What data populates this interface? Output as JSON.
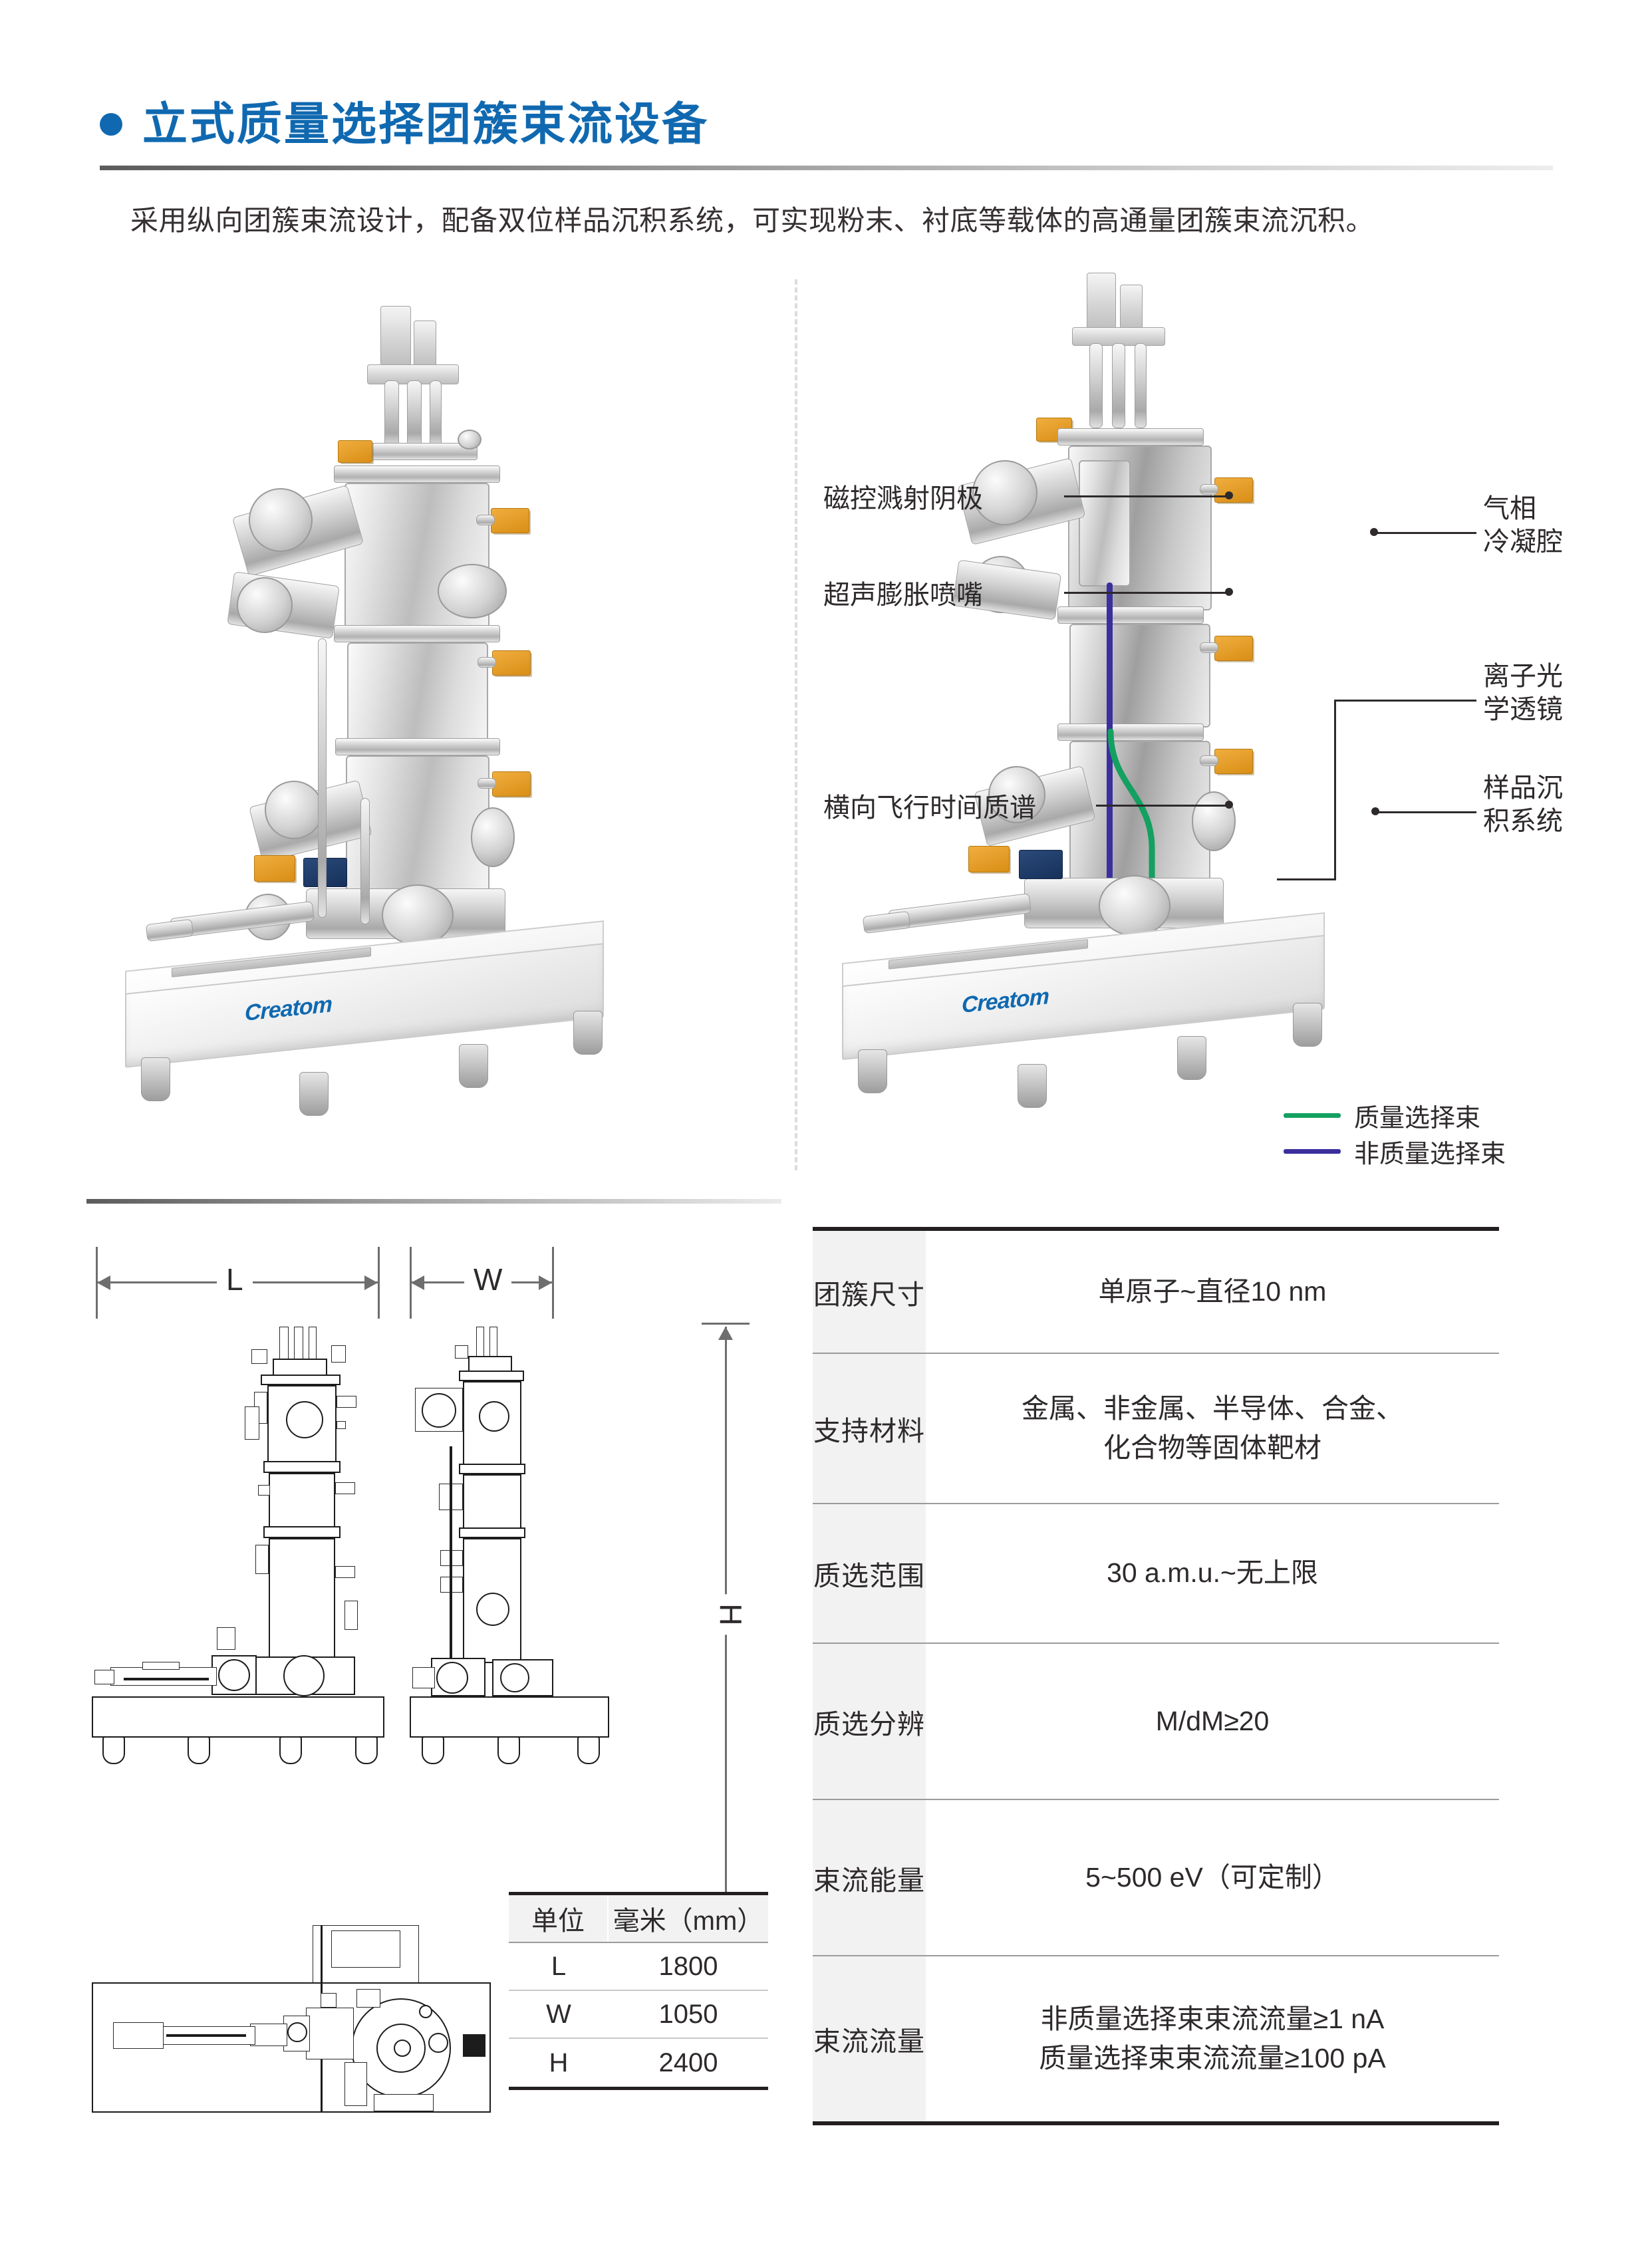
{
  "header": {
    "title": "立式质量选择团簇束流设备",
    "subtitle": "采用纵向团簇束流设计，配备双位样品沉积系统，可实现粉末、衬底等载体的高通量团簇束流沉积。",
    "accent_color": "#1069b0"
  },
  "brand": {
    "logo_text": "Creatom"
  },
  "annotations": {
    "left": [
      {
        "label": "磁控溅射阴极"
      },
      {
        "label": "超声膨胀喷嘴"
      },
      {
        "label": "横向飞行时间质谱"
      }
    ],
    "right": [
      {
        "line1": "气相",
        "line2": "冷凝腔"
      },
      {
        "line1": "离子光",
        "line2": "学透镜"
      },
      {
        "line1": "样品沉",
        "line2": "积系统"
      }
    ]
  },
  "legend": {
    "items": [
      {
        "label": "质量选择束",
        "color": "#14a060"
      },
      {
        "label": "非质量选择束",
        "color": "#3b2f9e"
      }
    ]
  },
  "spec_table": {
    "rows": [
      {
        "key": "团簇尺寸",
        "value": "单原子~直径10 nm"
      },
      {
        "key": "支持材料",
        "value": "金属、非金属、半导体、合金、\n化合物等固体靶材"
      },
      {
        "key": "质选范围",
        "value": "30 a.m.u.~无上限"
      },
      {
        "key": "质选分辨",
        "value": "M/dM≥20"
      },
      {
        "key": "束流能量",
        "value": "5~500 eV（可定制）"
      },
      {
        "key": "束流流量",
        "value": "非质量选择束束流流量≥1 nA\n质量选择束束流流量≥100 pA"
      }
    ]
  },
  "dimension_markers": {
    "length": "L",
    "width": "W",
    "height": "H"
  },
  "dimension_table": {
    "header": {
      "col1": "单位",
      "col2": "毫米（mm）"
    },
    "rows": [
      {
        "symbol": "L",
        "value": "1800"
      },
      {
        "symbol": "W",
        "value": "1050"
      },
      {
        "symbol": "H",
        "value": "2400"
      }
    ]
  }
}
